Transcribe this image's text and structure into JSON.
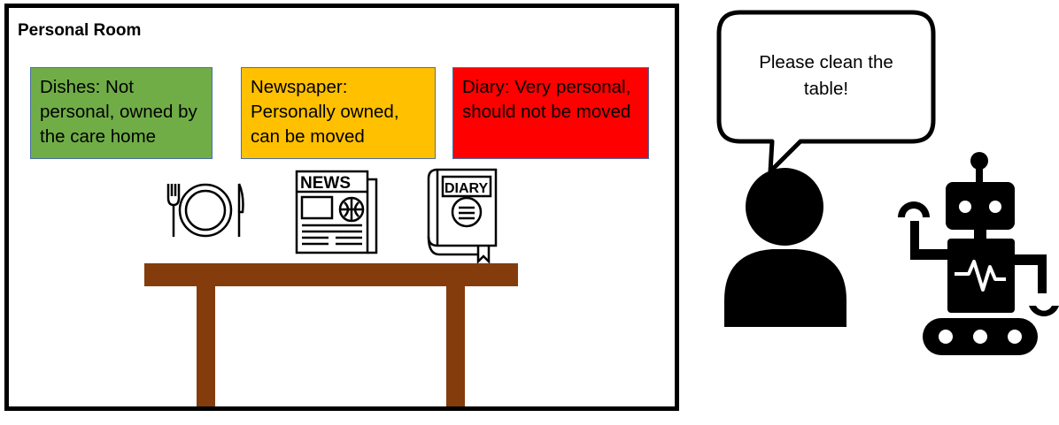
{
  "room": {
    "title": "Personal Room",
    "labels": [
      {
        "text": "Dishes: Not personal, owned by the care home",
        "color": "#70ad47"
      },
      {
        "text": "Newspaper: Personally owned, can be moved",
        "color": "#ffc000"
      },
      {
        "text": "Diary: Very personal, should not be moved",
        "color": "#ff0000"
      }
    ],
    "newspaper_masthead": "NEWS",
    "diary_cover": "DIARY",
    "table_color": "#843c0c"
  },
  "speech": {
    "line1": "Please clean the",
    "line2": "table!"
  },
  "icons": [
    "plate-cutlery-icon",
    "newspaper-icon",
    "diary-icon",
    "person-icon",
    "robot-icon"
  ]
}
